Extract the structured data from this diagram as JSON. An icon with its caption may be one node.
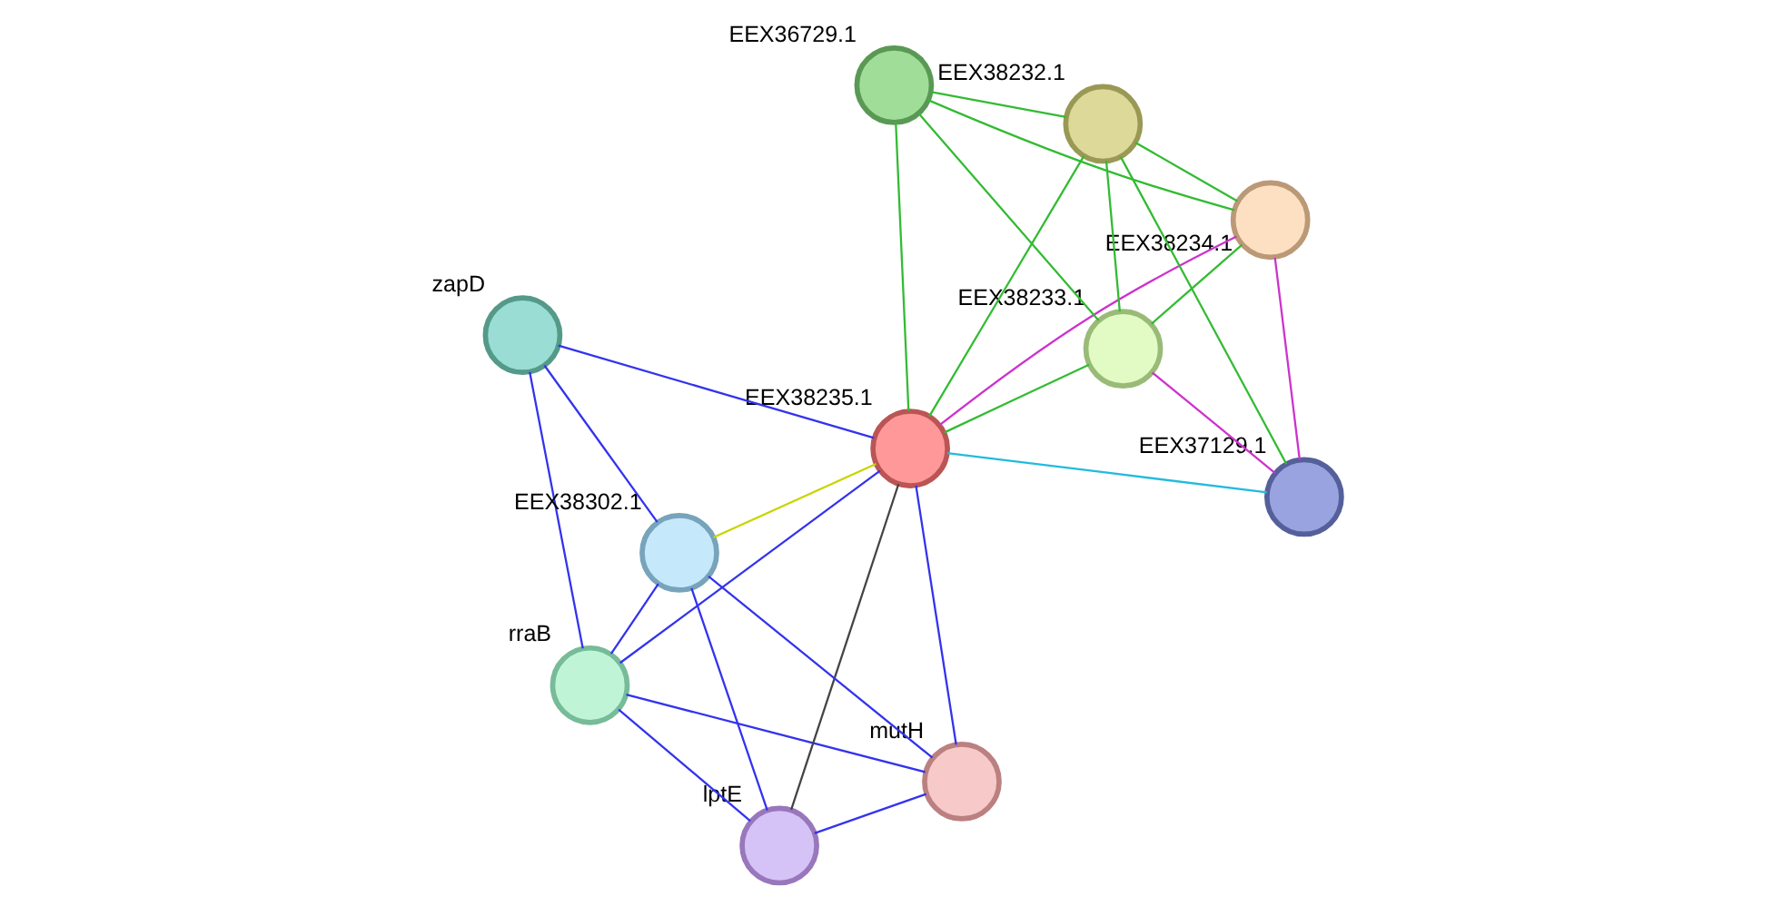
{
  "diagram": {
    "nodes": [
      {
        "text": [
          "zapD"
        ]
      },
      {
        "text": [
          "rraB"
        ]
      },
      {
        "text": [
          "lptE"
        ]
      },
      {
        "text": [
          "EEX38302.1"
        ]
      },
      {
        "text": [
          "mutH"
        ]
      },
      {
        "text": [
          "EEX38235.1"
        ]
      },
      {
        "text": [
          "EEX37129.1"
        ]
      },
      {
        "text": [
          "EEX38234.1"
        ]
      },
      {
        "text": [
          "EEX36729.1"
        ]
      },
      {
        "text": [
          "EEX38233.1"
        ]
      },
      {
        "text": [
          "EEX38232.1"
        ]
      }
    ],
    "edges": [
      {
        "from": 0,
        "to": 1,
        "arrow": "none"
      },
      {
        "from": 0,
        "to": 3,
        "arrow": "none"
      },
      {
        "from": 0,
        "to": 5,
        "arrow": "none"
      },
      {
        "from": 1,
        "to": 2,
        "arrow": "none"
      },
      {
        "from": 1,
        "to": 3,
        "arrow": "none"
      },
      {
        "from": 1,
        "to": 4,
        "arrow": "none"
      },
      {
        "from": 1,
        "to": 5,
        "arrow": "none"
      },
      {
        "from": 2,
        "to": 3,
        "arrow": "none"
      },
      {
        "from": 2,
        "to": 4,
        "arrow": "none"
      },
      {
        "from": 2,
        "to": 5,
        "arrow": "none",
        "color": "#444444"
      },
      {
        "from": 3,
        "to": 4,
        "arrow": "none"
      },
      {
        "from": 3,
        "to": 5,
        "arrow": "none",
        "color": "#c8d400"
      },
      {
        "from": 4,
        "to": 5,
        "arrow": "none"
      },
      {
        "from": 5,
        "to": 6,
        "arrow": "none",
        "color": "#22bbdd"
      },
      {
        "from": 5,
        "to": 7,
        "arrow": "none",
        "color": "#cc33cc"
      },
      {
        "from": 5,
        "to": 8,
        "arrow": "none",
        "color": "#33bb33"
      },
      {
        "from": 5,
        "to": 9,
        "arrow": "none",
        "color": "#33bb33"
      },
      {
        "from": 5,
        "to": 10,
        "arrow": "none",
        "color": "#33bb33"
      },
      {
        "from": 6,
        "to": 7,
        "arrow": "none",
        "color": "#cc33cc"
      },
      {
        "from": 6,
        "to": 9,
        "arrow": "none",
        "color": "#cc33cc"
      },
      {
        "from": 6,
        "to": 10,
        "arrow": "none",
        "color": "#33bb33"
      },
      {
        "from": 7,
        "to": 8,
        "arrow": "none",
        "color": "#33bb33"
      },
      {
        "from": 7,
        "to": 9,
        "arrow": "none",
        "color": "#33bb33"
      },
      {
        "from": 7,
        "to": 10,
        "arrow": "none",
        "color": "#33bb33"
      },
      {
        "from": 9,
        "to": 8,
        "arrow": "none",
        "color": "#33bb33"
      },
      {
        "from": 9,
        "to": 10,
        "arrow": "none",
        "color": "#33bb33"
      },
      {
        "from": 8,
        "to": 10,
        "arrow": "none",
        "color": "#33bb33"
      }
    ]
  }
}
